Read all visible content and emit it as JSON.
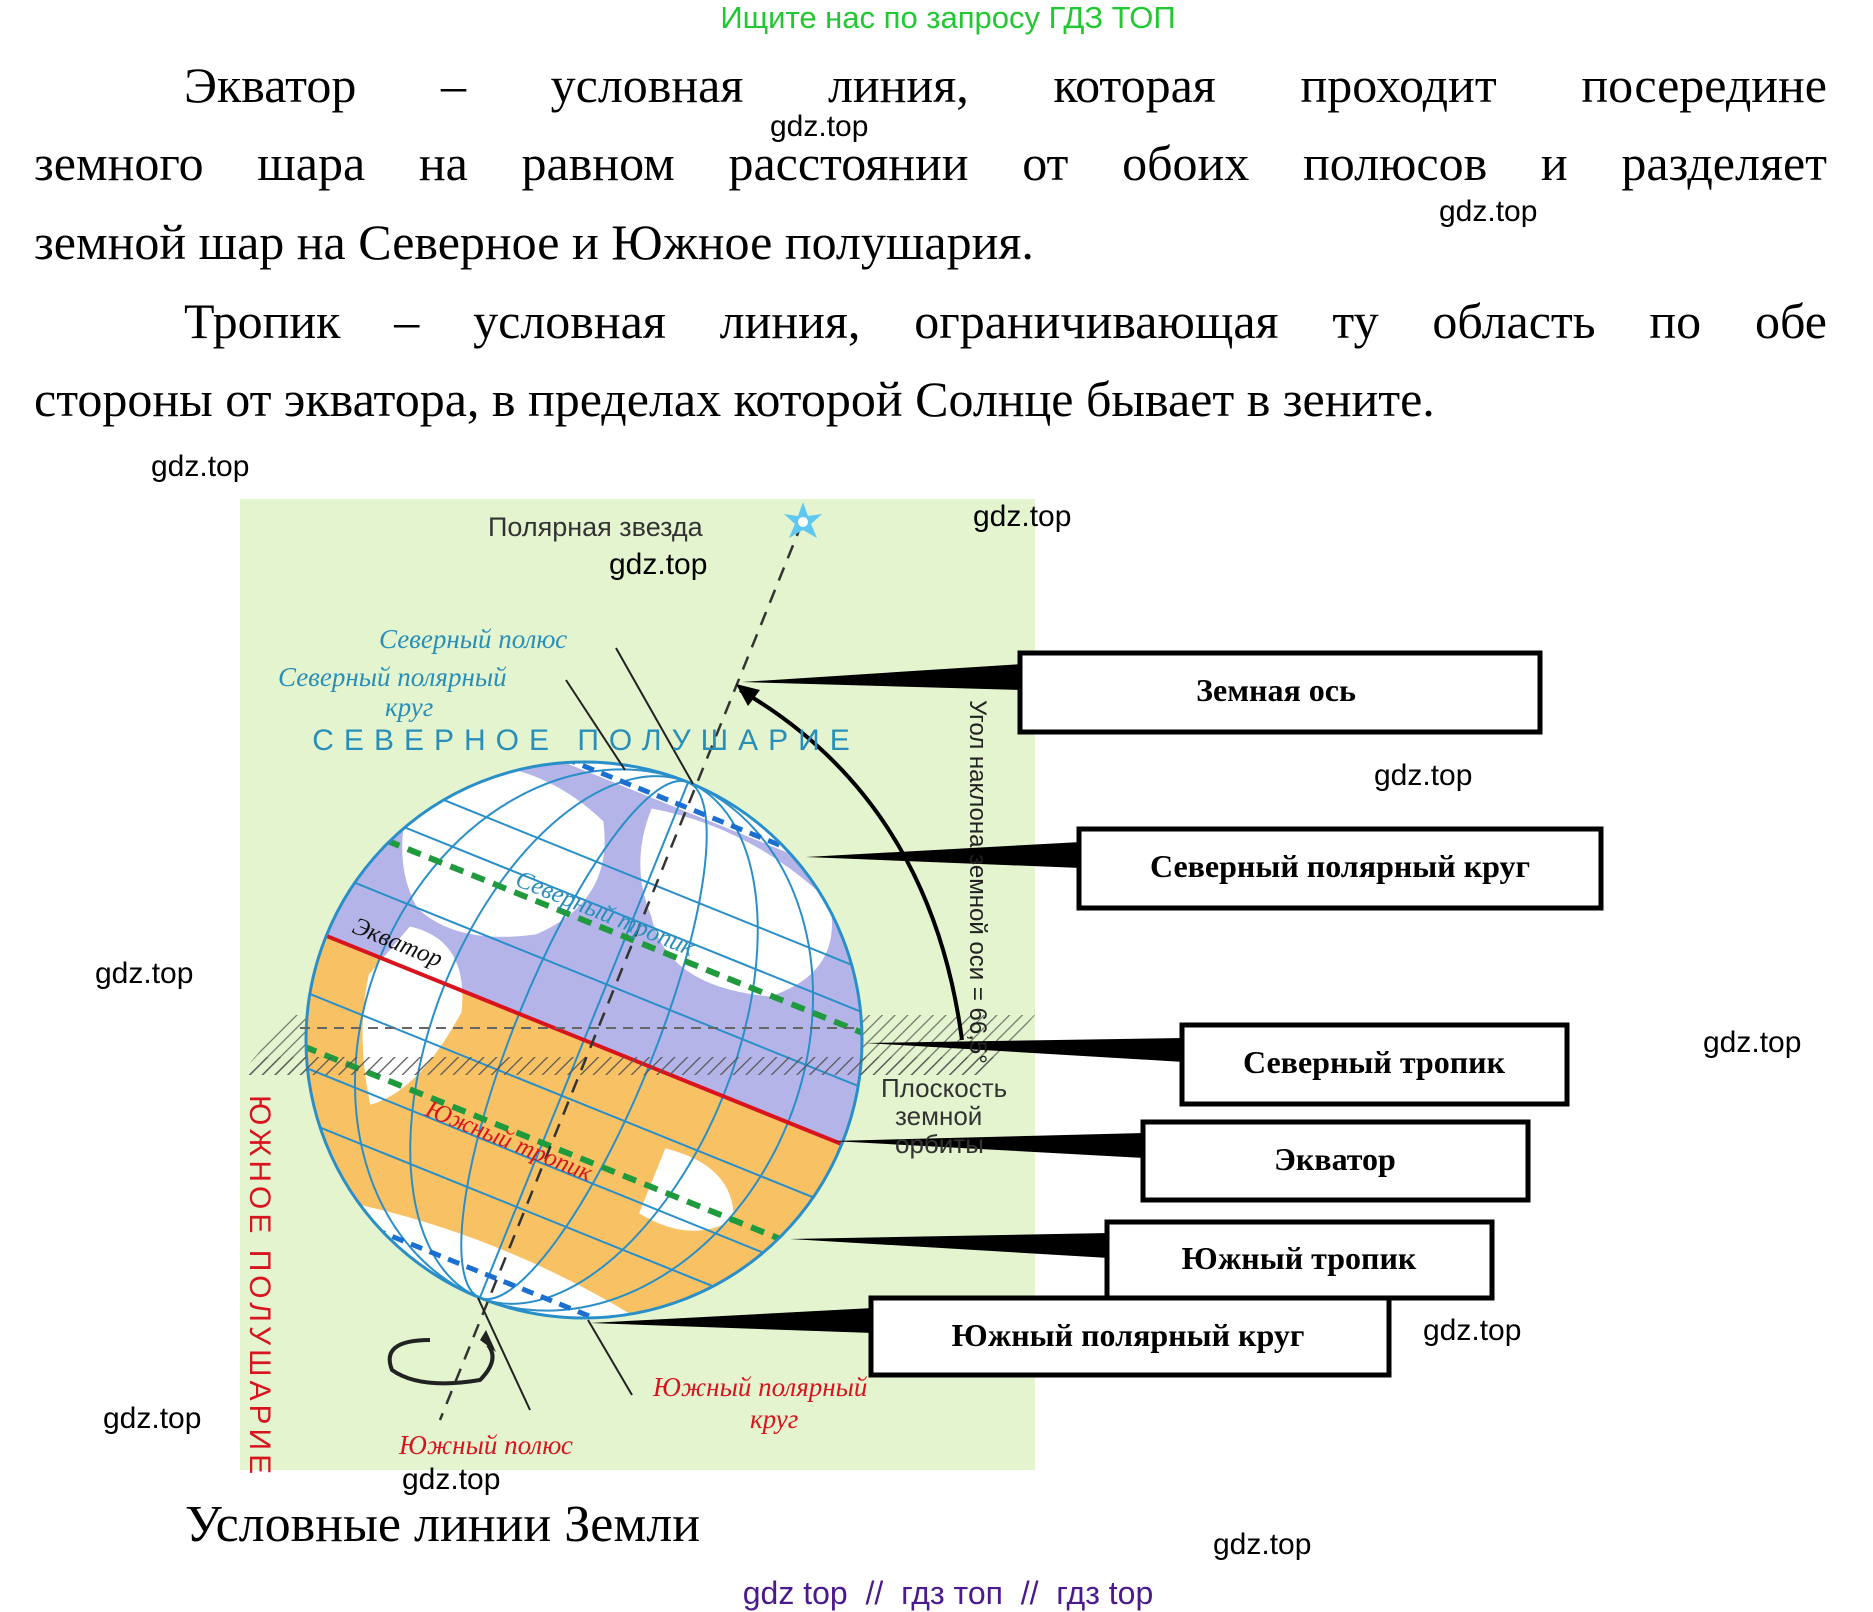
{
  "header": {
    "search_note": "Ищите нас по запросу ГДЗ ТОП"
  },
  "paragraphs": [
    {
      "lines": [
        "Экватор – условная линия, которая проходит посередине",
        "земного шара на равном расстоянии от обоих полюсов и разделяет",
        "земной шар на Северное и Южное полушария."
      ]
    },
    {
      "lines": [
        "Тропик – условная линия, ограничивающая ту область по обе",
        "стороны от экватора, в пределах которой Солнце бывает в зените."
      ]
    }
  ],
  "watermark": "gdz.top",
  "diagram": {
    "polar_star": "Полярная звезда",
    "north_pole": "Северный полюс",
    "north_polar_circle_1": "Северный полярный",
    "north_polar_circle_2": "круг",
    "northern_hemisphere": "СЕВЕРНОЕ ПОЛУШАРИЕ",
    "southern_hemisphere": "ЮЖНОЕ ПОЛУШАРИЕ",
    "tilt_angle": "Угол наклона земной оси = 66,5°",
    "equator_on_globe": "Экватор",
    "north_tropic_on_globe": "Северный тропик",
    "south_tropic_on_globe": "Южный тропик",
    "orbit_plane_1": "Плоскость",
    "orbit_plane_2": "земной",
    "orbit_plane_3": "орбиты",
    "south_polar_circle_1": "Южный полярный",
    "south_polar_circle_2": "круг",
    "south_pole": "Южный полюс",
    "boxes": [
      "Земная ось",
      "Северный полярный круг",
      "Северный тропик",
      "Экватор",
      "Южный тропик",
      "Южный полярный круг"
    ],
    "colors": {
      "background": "#e4f4cf",
      "north_ocean": "#b4b4e8",
      "south": "#f8c264",
      "equator": "#d8141e",
      "tropic": "#1f9a3c",
      "grid": "#2a8fc8"
    }
  },
  "caption": "Условные линии Земли",
  "footer": "gdz top  //  гдз топ  //  гдз top"
}
